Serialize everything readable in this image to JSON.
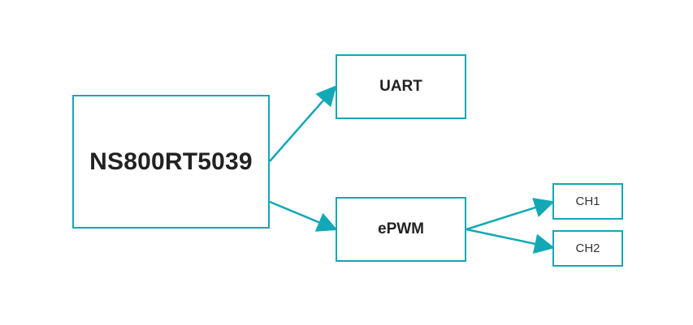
{
  "diagram": {
    "accent_color": "#12a8b5",
    "nodes": {
      "main": {
        "label": "NS800RT5039"
      },
      "uart": {
        "label": "UART"
      },
      "epwm": {
        "label": "ePWM"
      },
      "ch1": {
        "label": "CH1"
      },
      "ch2": {
        "label": "CH2"
      }
    },
    "edges": [
      {
        "from": "NS800RT5039",
        "to": "UART"
      },
      {
        "from": "NS800RT5039",
        "to": "ePWM"
      },
      {
        "from": "ePWM",
        "to": "CH1"
      },
      {
        "from": "ePWM",
        "to": "CH2"
      }
    ]
  }
}
